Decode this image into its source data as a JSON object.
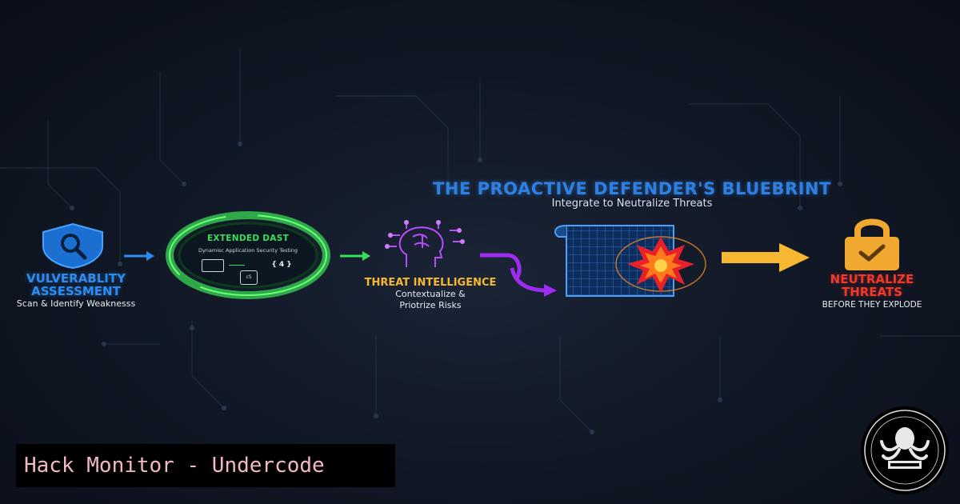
{
  "header": {
    "title": "THE PROACTIVE DEFENDER'S BLUEBRINT",
    "subtitle": "Integrate to Neutralize Threats"
  },
  "steps": {
    "vulnerability": {
      "title_line1": "VULVERABLITY",
      "title_line2": "ASSESSMENT",
      "subtitle": "Scan & Identify Weaknesss",
      "icon": "shield-search-icon"
    },
    "dast": {
      "title": "EXTENDED DAST",
      "subtitle": "Dynamisc Application Security Testing",
      "badge_code": "{ 4 }",
      "badge_device": "cS"
    },
    "threat_intel": {
      "title": "THREAT INTELLIGENCE",
      "subtitle_line1": "Contextualize &",
      "subtitle_line2": "Priotrize Risks",
      "icon": "brain-head-icon"
    },
    "neutralize": {
      "title_line1": "NEUTRALIZE",
      "title_line2": "THREATS",
      "subtitle": "BEFORE THEY EXPLODE",
      "icon": "padlock-icon"
    }
  },
  "footer": {
    "badge_text": "Hack Monitor - Undercode"
  },
  "colors": {
    "accent_blue": "#2e8cf0",
    "accent_green": "#36e05b",
    "accent_orange": "#f5b830",
    "accent_red": "#f0392b",
    "accent_purple": "#9b2cf0"
  }
}
